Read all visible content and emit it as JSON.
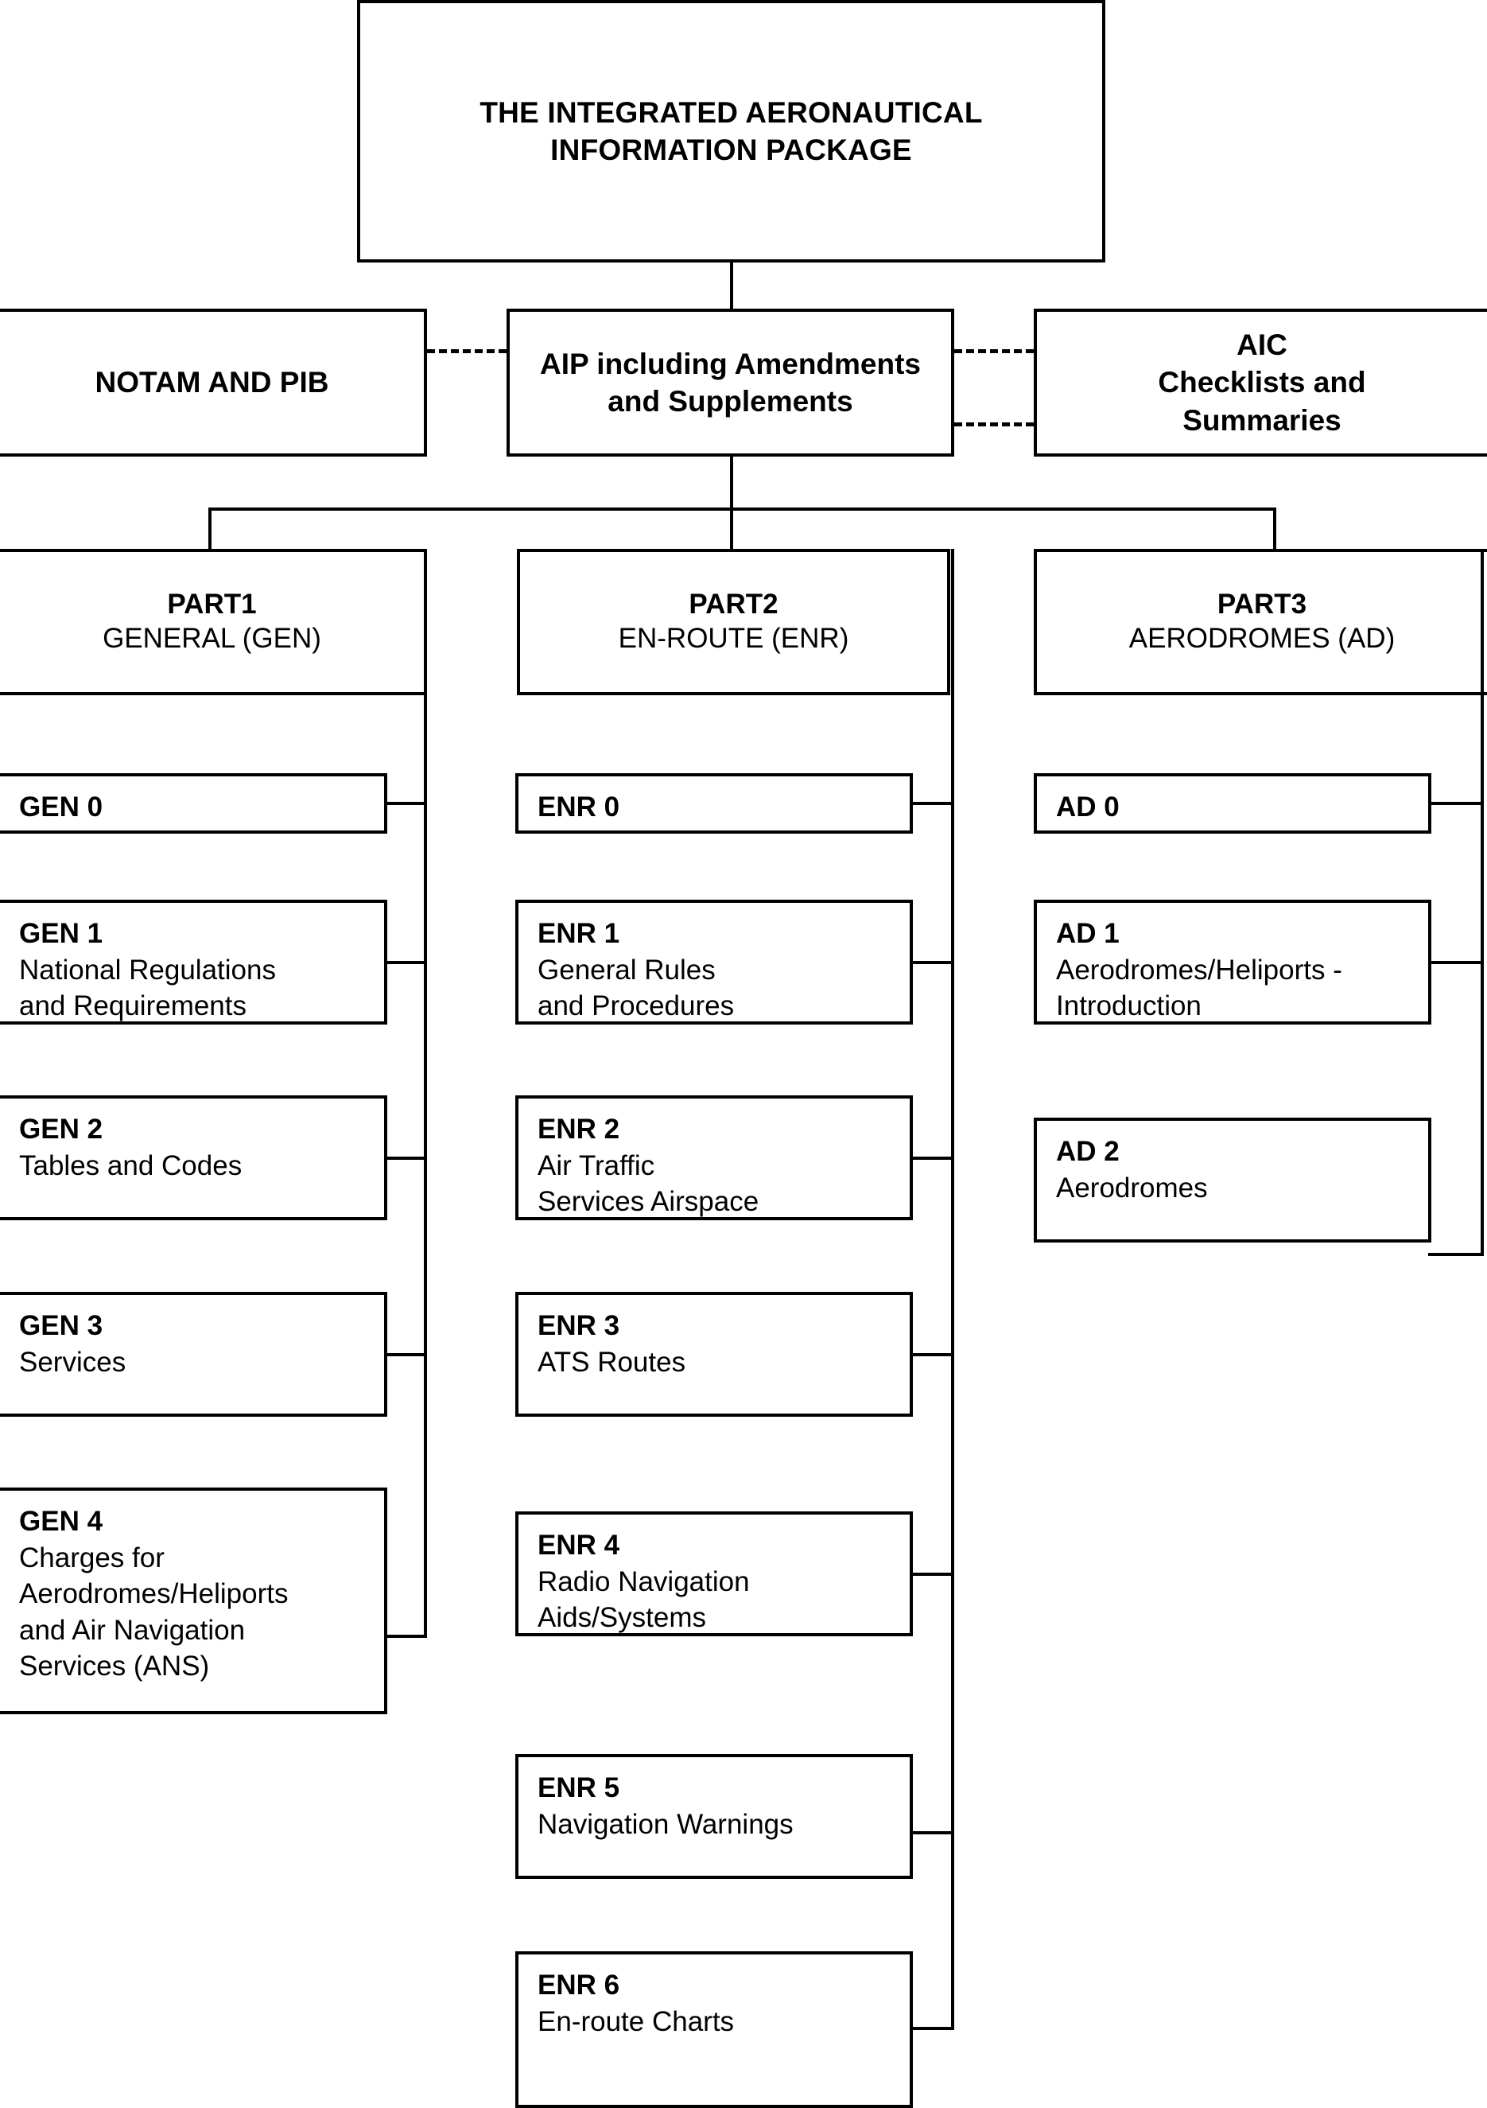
{
  "diagram": {
    "title_box": {
      "label": "THE INTEGRATED AERONAUTICAL\nINFORMATION PACKAGE"
    },
    "level2": [
      {
        "id": "notam",
        "label": "NOTAM AND PIB"
      },
      {
        "id": "aip",
        "label": "AIP including Amendments\nand Supplements"
      },
      {
        "id": "aic",
        "label": "AIC\nChecklists and\nSummaries"
      }
    ],
    "parts": [
      {
        "id": "part1",
        "code": "PART1",
        "name": "GENERAL (GEN)"
      },
      {
        "id": "part2",
        "code": "PART2",
        "name": "EN-ROUTE (ENR)"
      },
      {
        "id": "part3",
        "code": "PART3",
        "name": "AERODROMES (AD)"
      }
    ],
    "gen_sections": [
      {
        "code": "GEN 0",
        "name": ""
      },
      {
        "code": "GEN 1",
        "name": "National Regulations\nand Requirements"
      },
      {
        "code": "GEN 2",
        "name": "Tables and Codes"
      },
      {
        "code": "GEN 3",
        "name": "Services"
      },
      {
        "code": "GEN 4",
        "name": "Charges for\nAerodromes/Heliports\nand Air Navigation\nServices (ANS)"
      }
    ],
    "enr_sections": [
      {
        "code": "ENR 0",
        "name": ""
      },
      {
        "code": "ENR 1",
        "name": "General Rules\nand Procedures"
      },
      {
        "code": "ENR 2",
        "name": "Air Traffic\nServices Airspace"
      },
      {
        "code": "ENR 3",
        "name": "ATS Routes"
      },
      {
        "code": "ENR 4",
        "name": "Radio Navigation\nAids/Systems"
      },
      {
        "code": "ENR 5",
        "name": "Navigation Warnings"
      },
      {
        "code": "ENR 6",
        "name": "En-route Charts"
      }
    ],
    "ad_sections": [
      {
        "code": "AD 0",
        "name": ""
      },
      {
        "code": "AD 1",
        "name": "Aerodromes/Heliports -\nIntroduction"
      },
      {
        "code": "AD 2",
        "name": "Aerodromes"
      }
    ],
    "colors": {
      "line": "#000000",
      "background": "#ffffff"
    }
  }
}
